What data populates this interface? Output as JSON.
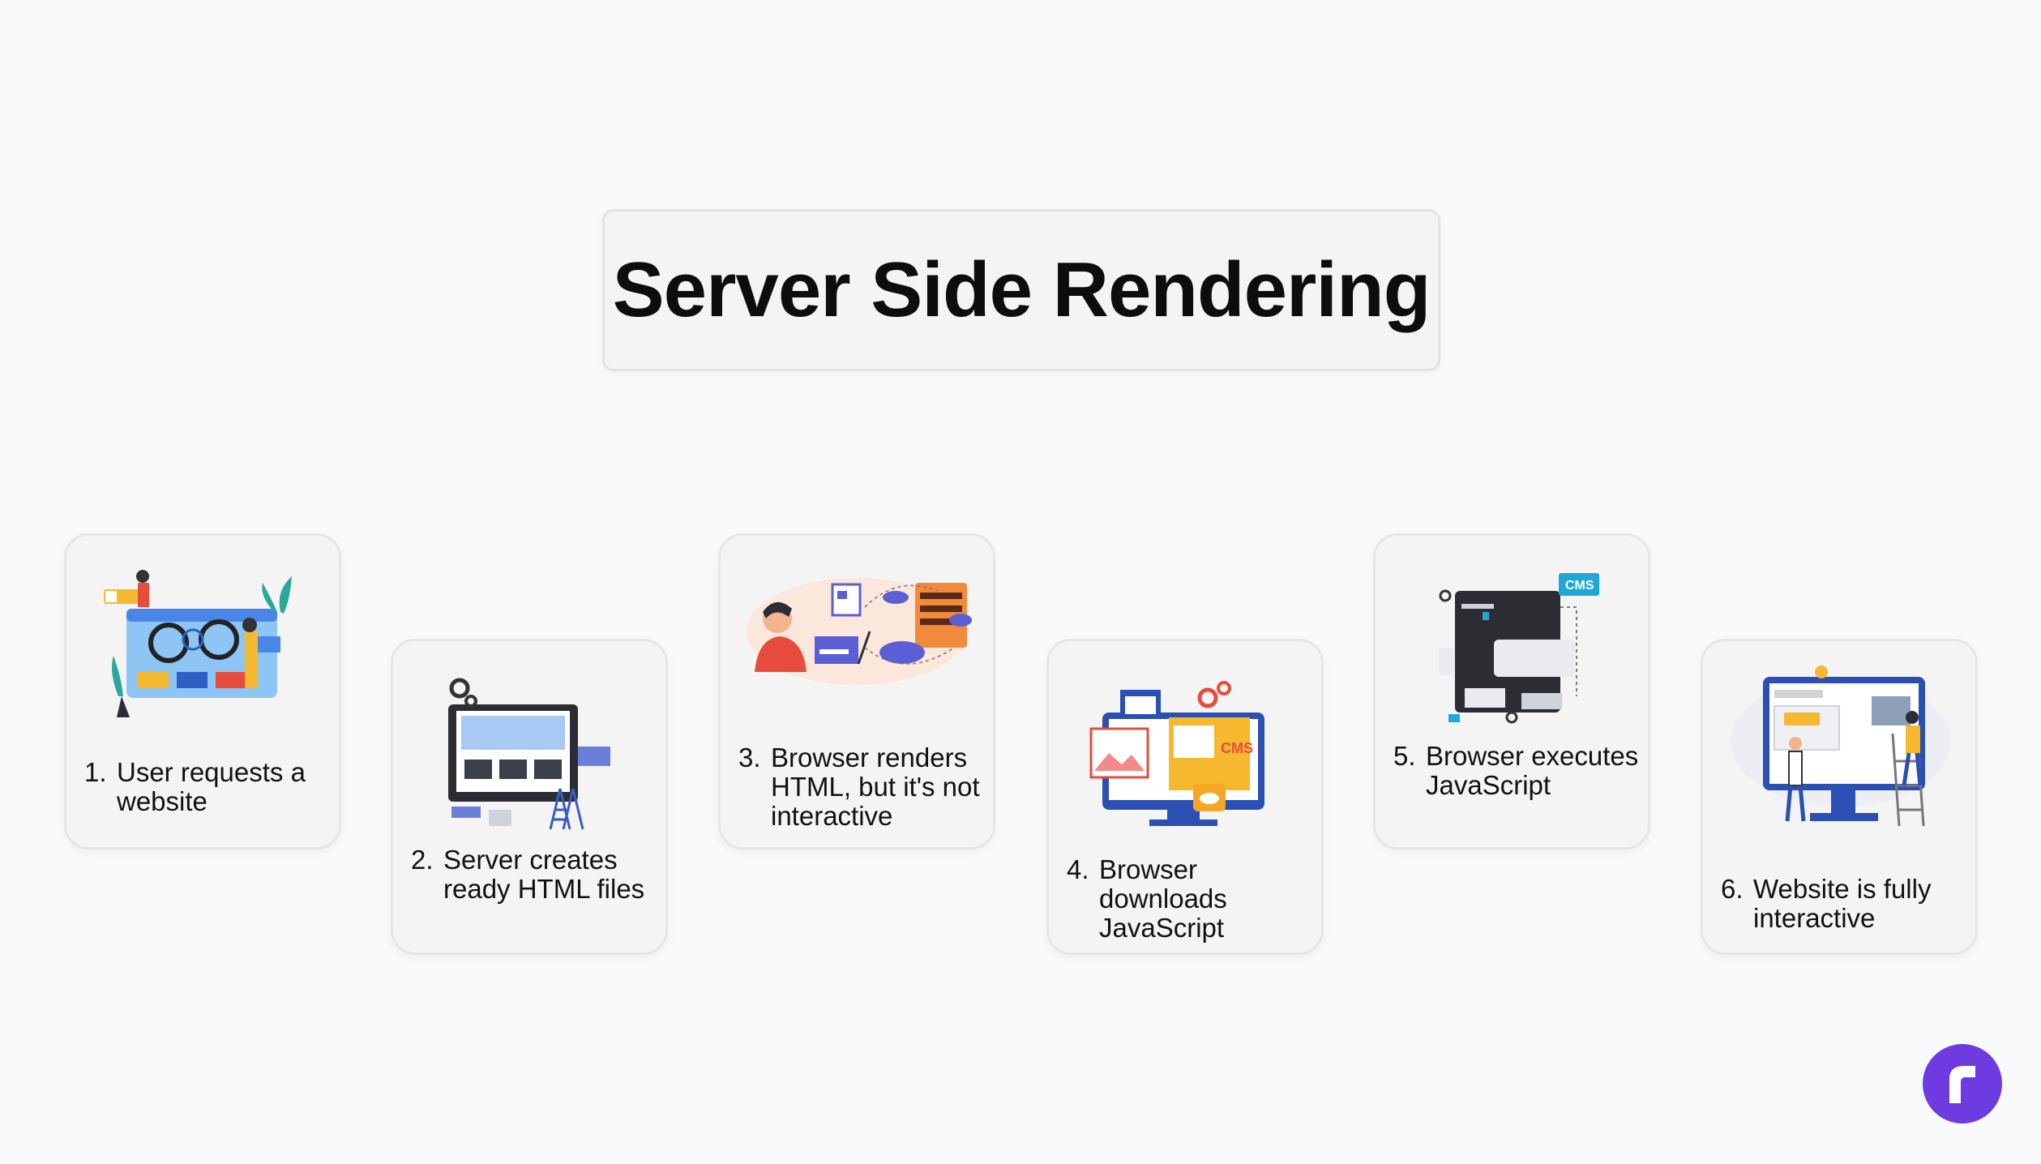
{
  "title": "Server Side Rendering",
  "steps": [
    {
      "num": "1.",
      "text": "User requests a website",
      "icon": "user-request-illustration"
    },
    {
      "num": "2.",
      "text": "Server creates ready HTML files",
      "icon": "server-html-illustration"
    },
    {
      "num": "3.",
      "text": "Browser renders HTML, but it's not interactive",
      "icon": "browser-render-illustration"
    },
    {
      "num": "4.",
      "text": "Browser downloads JavaScript",
      "icon": "download-js-illustration",
      "badge": "CMS"
    },
    {
      "num": "5.",
      "text": "Browser executes JavaScript",
      "icon": "execute-js-illustration",
      "badge": "CMS"
    },
    {
      "num": "6.",
      "text": "Website is fully interactive",
      "icon": "interactive-website-illustration"
    }
  ],
  "colors": {
    "background": "#f8fafb",
    "card": "#f4f4f5",
    "accent_blue": "#4a86e8",
    "accent_yellow": "#f5b82e",
    "accent_dark": "#2b2d33",
    "logo": "#6d3be0"
  },
  "logo": {
    "icon": "brand-r-logo"
  }
}
